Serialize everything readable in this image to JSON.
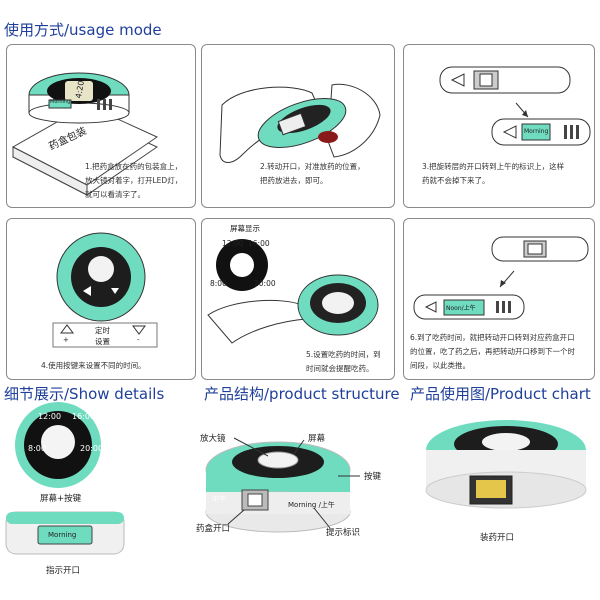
{
  "headings": {
    "usage": "使用方式/usage mode",
    "details": "细节展示/Show details",
    "structure": "产品结构/product structure",
    "chart": "产品使用图/Product chart"
  },
  "colors": {
    "mint": "#6fdcc0",
    "heading": "#1f3f9a",
    "dark": "#1d1d1d"
  },
  "panel1": {
    "box_label": "药盒包装",
    "device_time": "4:20",
    "window_text": "Morning",
    "caption": [
      "1.把药盒放在药的包装盒上，",
      "放大镜对着字，打开LED灯，",
      "就可以看清字了。"
    ]
  },
  "panel2": {
    "caption": [
      "2.转动开口，对准放药的位置，",
      "把药放进去，即可。"
    ]
  },
  "panel3": {
    "window_text": "Morning",
    "caption": [
      "3.把旋转层的开口转到上午的标识上，这样",
      "药就不会掉下来了。"
    ]
  },
  "panel4": {
    "btn_labels": [
      "定时",
      "设置"
    ],
    "btn_signs": [
      "+",
      "-"
    ],
    "caption": "4.使用按键来设置不同的时间。"
  },
  "panel5": {
    "title": "屏幕显示",
    "times": [
      "12:00",
      "16:00",
      "20:00",
      "8:00"
    ],
    "caption": [
      "5.设置吃药的时间，到",
      "时间就会提醒吃药。"
    ]
  },
  "panel6": {
    "window_text": "Noon/上午",
    "caption": [
      "6.到了吃药时间，就把转动开口转到对应药盒开口",
      "的位置，吃了药之后，再把转动开口移到下一个时",
      "间段，以此类推。"
    ]
  },
  "details": {
    "times": [
      "12:00",
      "16:00",
      "20:00",
      "8:00"
    ],
    "label_screen": "屏幕+按键",
    "window_text": "Morning",
    "label_opening": "指示开口"
  },
  "structure": {
    "magnifier": "放大镜",
    "screen": "屏幕",
    "button": "按键",
    "box_opening": "药盒开口",
    "marker": "提示标识",
    "side_text": "中午",
    "window_text": "Morning /上午"
  },
  "chart": {
    "label": "装药开口"
  }
}
